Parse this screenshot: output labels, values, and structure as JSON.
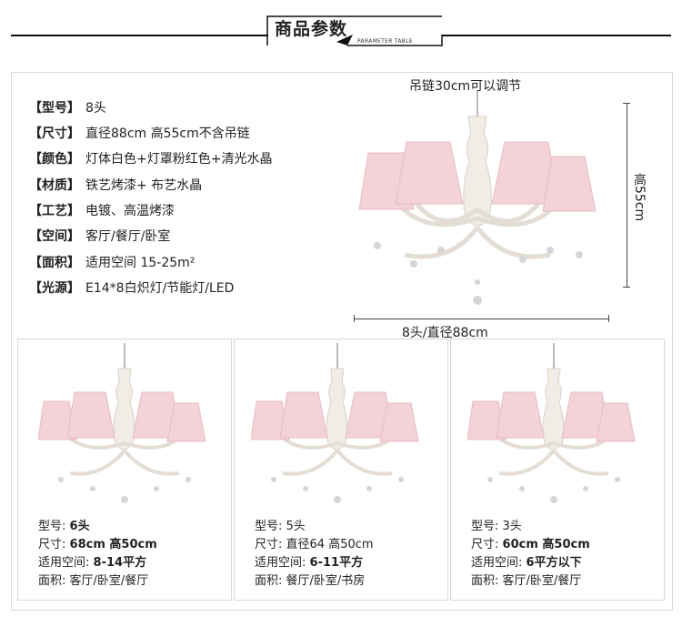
{
  "header": {
    "title": "商品参数",
    "subtitle": "PARAMETER TABLE"
  },
  "main_product": {
    "specs": [
      {
        "label": "【型号】",
        "value": "8头"
      },
      {
        "label": "【尺寸】",
        "value": "直径88cm 高55cm不含吊链"
      },
      {
        "label": "【颜色】",
        "value": "灯体白色+灯罩粉红色+清光水晶"
      },
      {
        "label": "【材质】",
        "value": "铁艺烤漆+ 布艺水晶"
      },
      {
        "label": "【工艺】",
        "value": "电镀、高温烤漆"
      },
      {
        "label": "【空间】",
        "value": "客厅/餐厅/卧室"
      },
      {
        "label": "【面积】",
        "value": "适用空间 15-25m²"
      },
      {
        "label": "【光源】",
        "value": "E14*8白炽灯/节能灯/LED"
      }
    ],
    "chain_note": "吊链30cm可以调节",
    "height_dim": "高55cm",
    "width_dim": "8头/直径88cm"
  },
  "variants": [
    {
      "model_label": "型号:",
      "model": "6头",
      "size_label": "尺寸:",
      "size": "68cm   高50cm",
      "area_label": "适用空间:",
      "area": "8-14平方",
      "rooms_label": "面积:",
      "rooms": "客厅/卧室/餐厅"
    },
    {
      "model_label": "型号:",
      "model": "5头",
      "size_label": "尺寸:",
      "size": "直径64   高50cm",
      "area_label": "适用空间:",
      "area": "6-11平方",
      "rooms_label": "面积:",
      "rooms": "餐厅/卧室/书房"
    },
    {
      "model_label": "型号:",
      "model": "3头",
      "size_label": "尺寸:",
      "size": "60cm   高50cm",
      "area_label": "适用空间:",
      "area": "6平方以下",
      "rooms_label": "面积:",
      "rooms": "客厅/卧室/餐厅"
    }
  ],
  "colors": {
    "shade_pink": "#f3d2d8",
    "body_white": "#f1ece6",
    "crystal": "#cfcfcf",
    "line": "#111111"
  }
}
